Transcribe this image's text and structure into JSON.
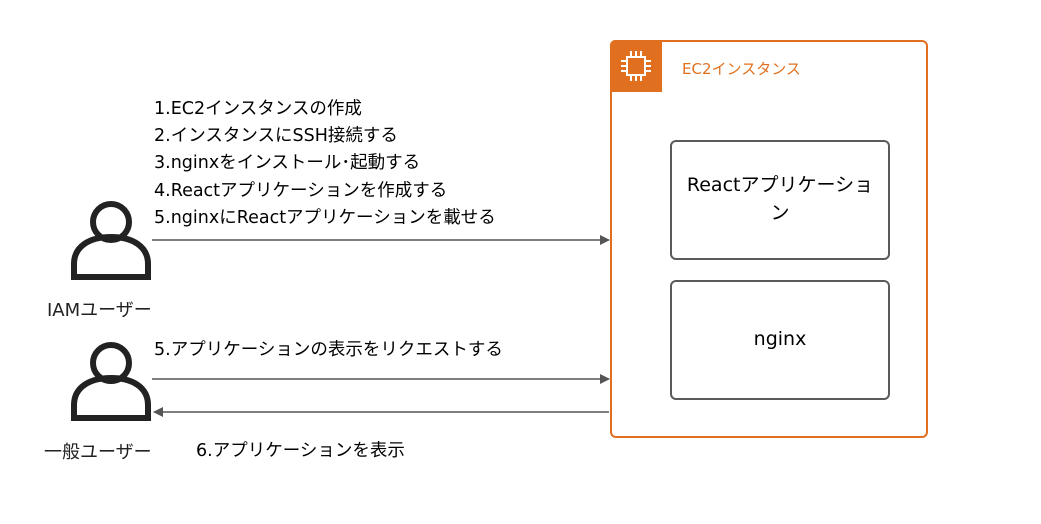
{
  "actors": {
    "iam_user": "IAMユーザー",
    "general_user": "一般ユーザー"
  },
  "ec2": {
    "title": "EC2インスタンス",
    "icon": "ec2-chip-icon",
    "color": "#E07020"
  },
  "components": {
    "react_app": "Reactアプリケーション",
    "nginx": "nginx"
  },
  "steps": [
    "1.EC2インスタンスの作成",
    "2.インスタンスにSSH接続する",
    "3.nginxをインストール･起動する",
    "4.Reactアプリケーションを作成する",
    "5.nginxにReactアプリケーションを載せる"
  ],
  "messages": {
    "request": "5.アプリケーションの表示をリクエストする",
    "display": "6.アプリケーションを表示"
  }
}
